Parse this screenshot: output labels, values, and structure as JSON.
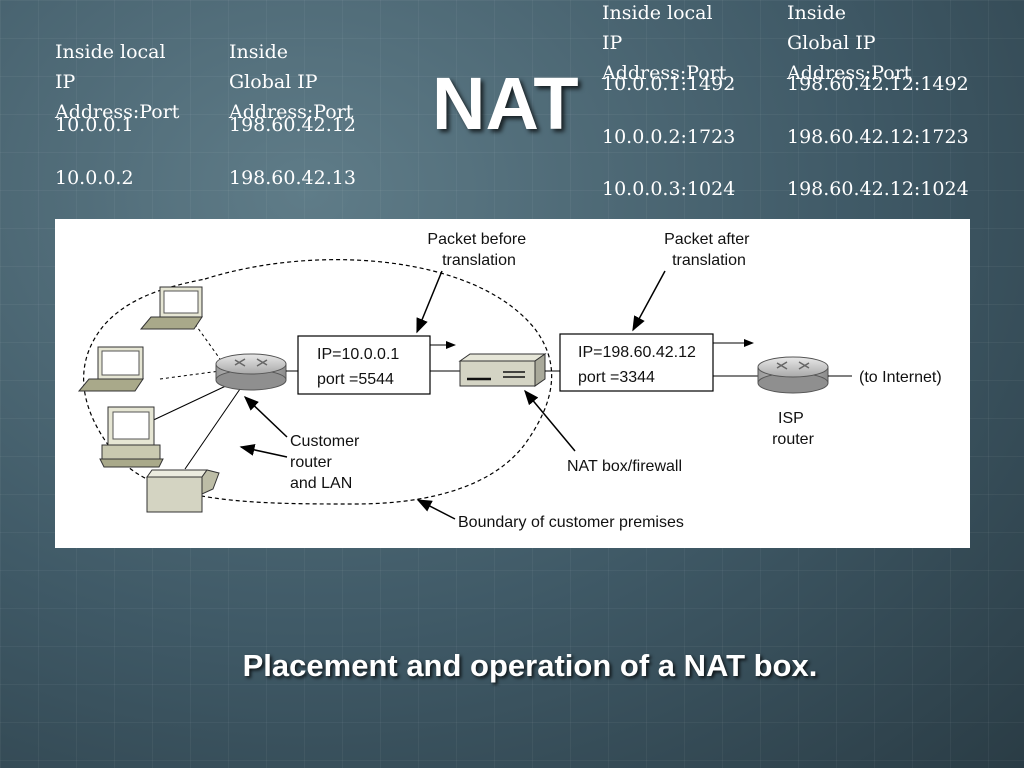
{
  "title": "NAT",
  "table_left": {
    "headers": [
      "Inside local IP\nAddress:Port",
      "Inside Global IP\nAddress:Port"
    ],
    "rows": [
      [
        "10.0.0.1",
        "198.60.42.12"
      ],
      [
        "10.0.0.2",
        "198.60.42.13"
      ]
    ]
  },
  "table_right": {
    "headers": [
      "Inside local IP\nAddress:Port",
      "Inside Global IP\nAddress:Port"
    ],
    "rows": [
      [
        "10.0.0.1:1492",
        "198.60.42.12:1492"
      ],
      [
        "10.0.0.2:1723",
        "198.60.42.12:1723"
      ],
      [
        "10.0.0.3:1024",
        "198.60.42.12:1024"
      ]
    ]
  },
  "diagram": {
    "packet_before_label": [
      "Packet before",
      "translation"
    ],
    "packet_after_label": [
      "Packet after",
      "translation"
    ],
    "packet_before": {
      "ip": "IP=10.0.0.1",
      "port": "port =5544"
    },
    "packet_after": {
      "ip": "IP=198.60.42.12",
      "port": "port =3344"
    },
    "customer_router_label": [
      "Customer",
      "router",
      "and LAN"
    ],
    "nat_box_label": "NAT box/firewall",
    "boundary_label": "Boundary of customer premises",
    "isp_router_label": [
      "ISP",
      "router"
    ],
    "internet_label": "(to Internet)"
  },
  "caption": "Placement and operation of a NAT box."
}
